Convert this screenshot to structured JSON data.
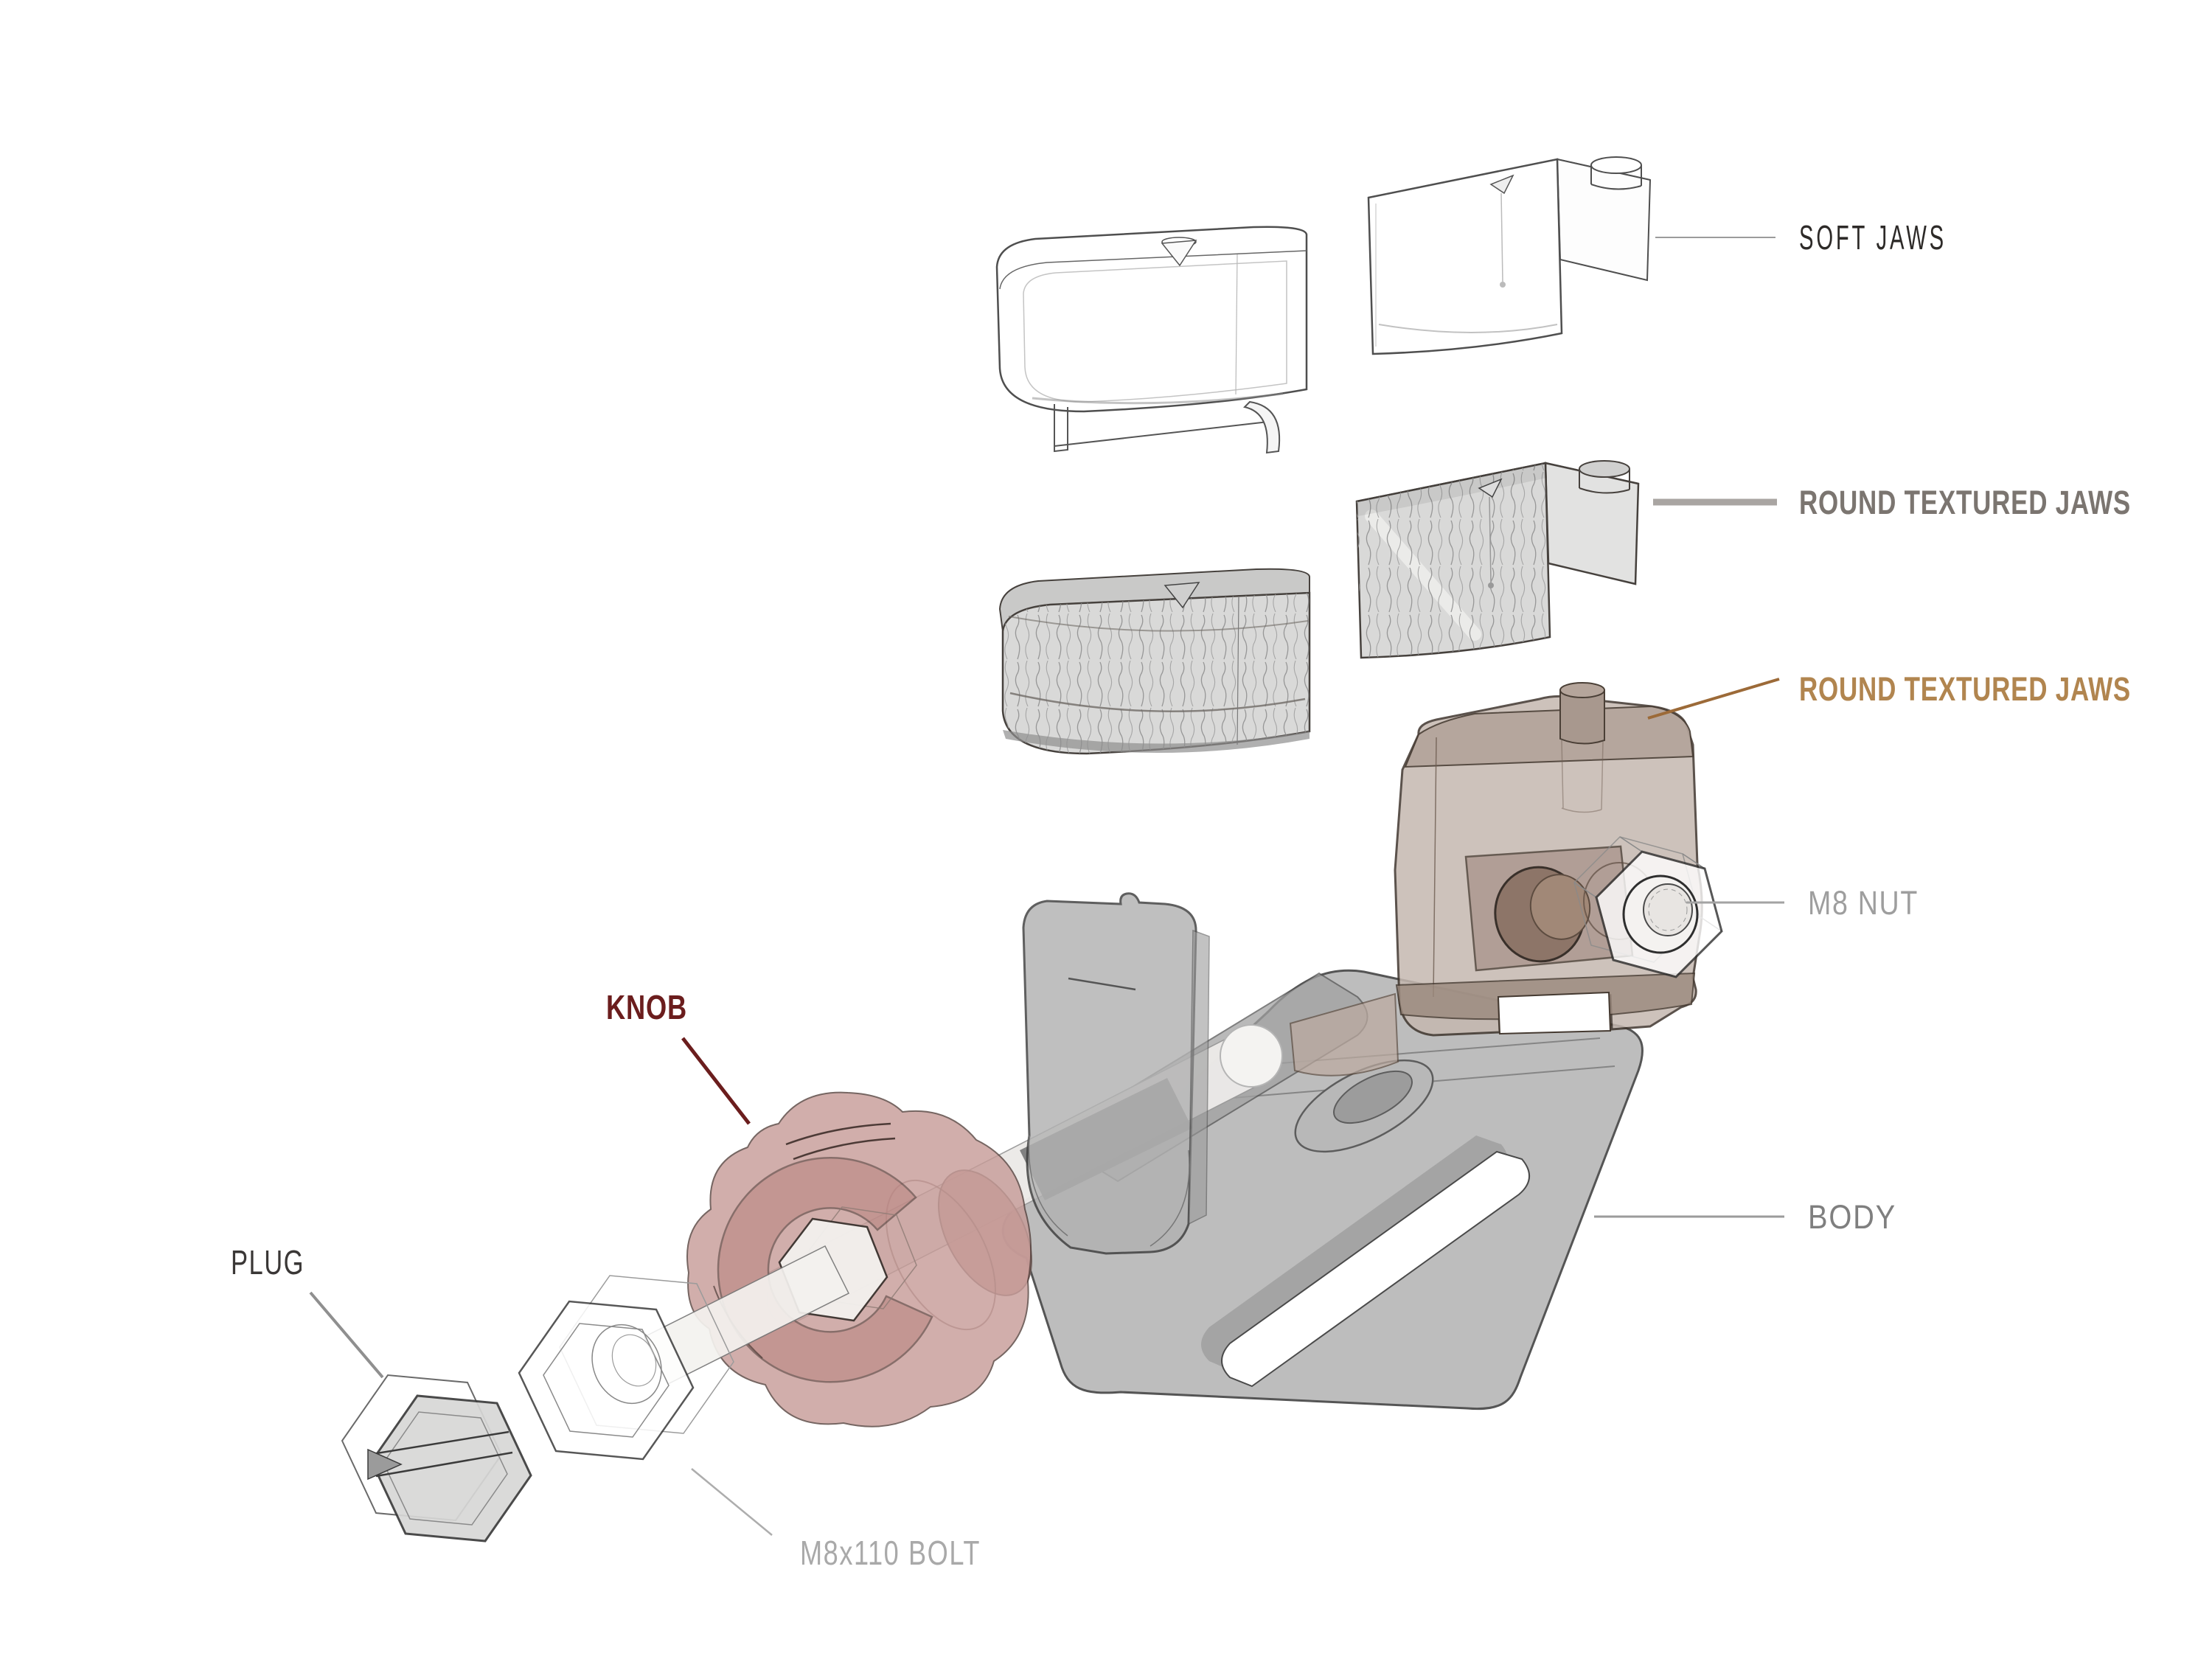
{
  "diagram": {
    "description": "Exploded isometric assembly drawing of a small clamping vise with callout labels",
    "background": "#ffffff",
    "labels": {
      "soft_jaws": {
        "text": "SOFT JAWS",
        "color": "#2d2a28"
      },
      "round_textured_jaws_top": {
        "text": "ROUND TEXTURED JAWS",
        "color": "#7b7570"
      },
      "round_textured_jaws_mid": {
        "text": "ROUND TEXTURED JAWS",
        "color": "#b1854f"
      },
      "m8_nut": {
        "text": "M8 NUT",
        "color": "#9e9e9e"
      },
      "body": {
        "text": "BODY",
        "color": "#7f7f7f"
      },
      "knob": {
        "text": "KNOB",
        "color": "#6b1d1d"
      },
      "plug": {
        "text": "PLUG",
        "color": "#3a3736"
      },
      "m8x110_bolt": {
        "text": "M8x110 BOLT",
        "color": "#a9a9a9"
      }
    },
    "colors": {
      "knob_fill": "#c69b97",
      "knob_ring": "#b9837f",
      "jaw_brown": "#c5b8b0",
      "jaw_brown_boss": "#a8938a",
      "body_gray": "#b4b4b4",
      "tower_gray": "#b2b2b2",
      "textured_gray": "#d9d9d8",
      "leader_red": "#6b1d1d",
      "leader_brown": "#9c6a38",
      "leader_gray": "#9b9b9b"
    }
  }
}
